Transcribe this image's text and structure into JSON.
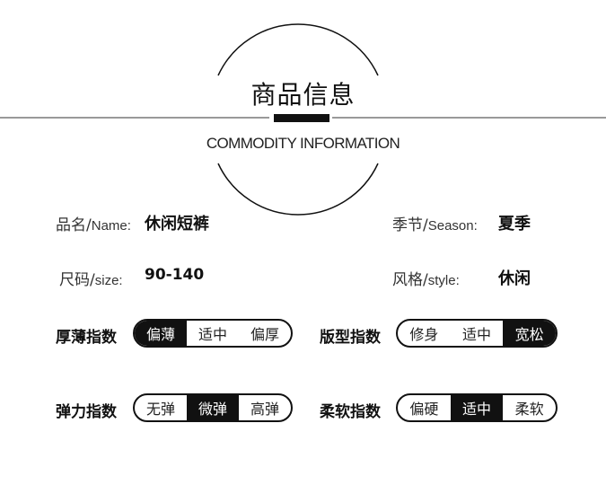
{
  "header": {
    "title": "商品信息",
    "subtitle": "COMMODITY INFORMATION"
  },
  "info": {
    "name": {
      "label_cn": "品名/",
      "label_en": "Name:",
      "value": "休闲短裤"
    },
    "season": {
      "label_cn": "季节/",
      "label_en": "Season:",
      "value": "夏季"
    },
    "size": {
      "label_cn": "尺码/",
      "label_en": "size:",
      "value": "90-140"
    },
    "style": {
      "label_cn": "风格/",
      "label_en": "style:",
      "value": "休闲"
    }
  },
  "indices": {
    "thickness": {
      "label": "厚薄指数",
      "options": [
        "偏薄",
        "适中",
        "偏厚"
      ],
      "selected": 0
    },
    "fit": {
      "label": "版型指数",
      "options": [
        "修身",
        "适中",
        "宽松"
      ],
      "selected": 2
    },
    "elasticity": {
      "label": "弹力指数",
      "options": [
        "无弹",
        "微弹",
        "高弹"
      ],
      "selected": 1
    },
    "softness": {
      "label": "柔软指数",
      "options": [
        "偏硬",
        "适中",
        "柔软"
      ],
      "selected": 1
    }
  },
  "colors": {
    "ink": "#111111",
    "background": "#ffffff"
  }
}
